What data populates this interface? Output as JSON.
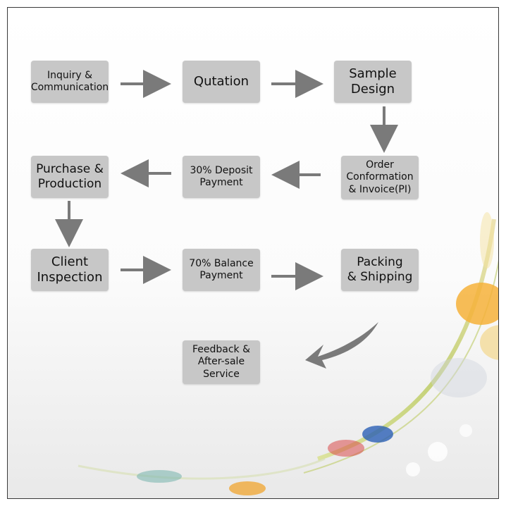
{
  "diagram": {
    "steps": {
      "inquiry": "Inquiry &\nCommunication",
      "quotation": "Qutation",
      "sample_design": "Sample\nDesign",
      "order_confirmation": "Order\nConformation\n& Invoice(PI)",
      "deposit": "30% Deposit\nPayment",
      "purchase": "Purchase &\nProduction",
      "inspection": "Client\nInspection",
      "balance": "70% Balance\nPayment",
      "packing": "Packing\n& Shipping",
      "feedback": "Feedback &\nAfter-sale\nService"
    },
    "colors": {
      "box_fill": "#c7c7c7",
      "arrow": "#7a7a7a",
      "border": "#3a3a3a"
    }
  }
}
